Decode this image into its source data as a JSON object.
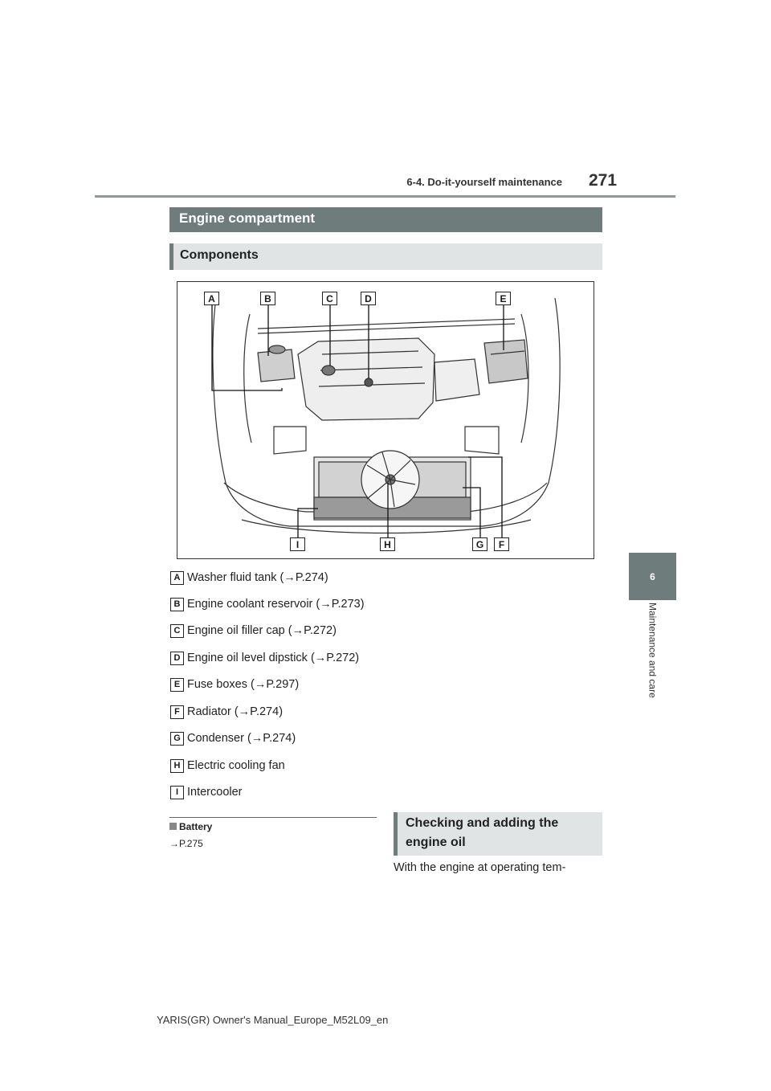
{
  "header": {
    "section": "6-4. Do-it-yourself maintenance",
    "page_number": "271"
  },
  "side_tab": {
    "chapter": "6",
    "label": "Maintenance and care"
  },
  "section_title": "Engine compartment",
  "subsection_title": "Components",
  "figure": {
    "callouts": [
      "A",
      "B",
      "C",
      "D",
      "E",
      "I",
      "H",
      "G",
      "F"
    ]
  },
  "components": [
    {
      "letter": "A",
      "text": "Washer fluid tank (→P.274)"
    },
    {
      "letter": "B",
      "text": "Engine coolant reservoir (→P.273)"
    },
    {
      "letter": "C",
      "text": "Engine oil filler cap (→P.272)"
    },
    {
      "letter": "D",
      "text": "Engine oil level dipstick (→P.272)"
    },
    {
      "letter": "E",
      "text": "Fuse boxes (→P.297)"
    },
    {
      "letter": "F",
      "text": "Radiator (→P.274)"
    },
    {
      "letter": "G",
      "text": "Condenser (→P.274)"
    },
    {
      "letter": "H",
      "text": "Electric cooling fan"
    },
    {
      "letter": "I",
      "text": "Intercooler"
    }
  ],
  "battery": {
    "title": "Battery",
    "ref": "→P.275"
  },
  "checking": {
    "title_line1": "Checking and adding the",
    "title_line2": "engine oil",
    "text": "With the engine at operating tem-"
  },
  "footer": "YARIS(GR) Owner's Manual_Europe_M52L09_en"
}
